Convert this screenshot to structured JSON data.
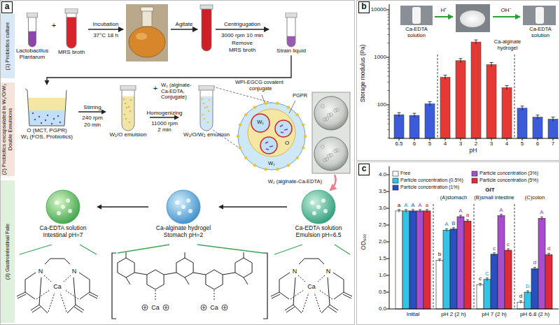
{
  "diagram": {
    "nodes": [
      {
        "text": [
          "Lactobacillus Plantarum"
        ]
      },
      {
        "text": [
          "MRS broth"
        ]
      },
      {
        "text": [
          "Strain liquid"
        ]
      },
      {
        "text": [
          "O (MCT, PGPR)",
          "W₁ (FOS, Probiotics)"
        ]
      },
      {
        "text": [
          "W₁/O emulsion"
        ]
      },
      {
        "text": [
          "W₁/O/W₂ emulsion"
        ]
      },
      {
        "text": [
          "Ca-EDTA solution",
          "Emulsion pH=6.5"
        ]
      },
      {
        "text": [
          "Ca-alginate hydrogel",
          "Stomach pH=2"
        ]
      },
      {
        "text": [
          "Ca-EDTA solution",
          "Intestinal pH=7"
        ]
      }
    ],
    "edges": [
      {
        "from": 2,
        "to": 3,
        "arrow": "to"
      },
      {
        "from": 3,
        "to": 4,
        "label": "Stirring",
        "arrow": "to"
      },
      {
        "from": 4,
        "to": 5,
        "label": "Homogenizing",
        "arrow": "to"
      },
      {
        "from": 6,
        "to": 7,
        "arrow": "to"
      },
      {
        "from": 7,
        "to": 8,
        "arrow": "to"
      }
    ],
    "labels": [
      "a",
      "(1) Probiotics culture",
      "(2) Probiotics encapsulated in W₁/O/W₂ Double Emulsions",
      "(3) Gastrointestinal Fate",
      "+",
      "Incubation",
      "37°C 18 h",
      "Agitate",
      "Centrigugation",
      "3000 rpm 10 min",
      "Remove",
      "MRS broth",
      "240 rpm",
      "20 min",
      "+",
      "W₂ (alginate-Ca-EDTA, Conjugate)",
      "11000 rpm",
      "2 min",
      "WPI-EGCG covalent",
      "conjugate",
      "PGPR",
      "O",
      "W₁",
      "W₂",
      "W₂ (alginate-Ca-EDTA)",
      "N",
      "N",
      "Ca",
      "Ca",
      "Ca",
      "N",
      "N",
      "Ca",
      "b",
      "Storage modulus (Pa)",
      "10000",
      "1000",
      "100",
      "6.5",
      "6",
      "5",
      "4",
      "3",
      "2",
      "3",
      "4",
      "5",
      "6",
      "7",
      "pH",
      "H⁺",
      "OH⁻",
      "Ca-EDTA solution",
      "Ca-alginate hydrogel",
      "Ca-EDTA solution",
      "c",
      "OD₆₀₀",
      "0.0",
      "0.5",
      "1.0",
      "1.5",
      "2.0",
      "2.5",
      "3.0",
      "3.5",
      "4.0",
      "GIT",
      "(A)stomach",
      "(B)small intestine",
      "(C)colon",
      "Initial",
      "pH 2 (2 h)",
      "pH 7 (2 h)",
      "pH 6.8 (2 h)",
      "a",
      "A",
      "A",
      "A",
      "a",
      "b",
      "A",
      "B",
      "A",
      "a",
      "c",
      "C",
      "c",
      "A",
      "c",
      "d",
      "D",
      "d",
      "A",
      "d"
    ],
    "legend": [
      {
        "text": "Free",
        "color": "#ffffff"
      },
      {
        "text": "Particle concentration (0.5%)",
        "color": "#33c3e8"
      },
      {
        "text": "Particle concentration (1%)",
        "color": "#2a4fbf"
      },
      {
        "text": "Particle concentration (3%)",
        "color": "#a94ccf"
      },
      {
        "text": "Particle concentration (5%)",
        "color": "#e02a3a"
      }
    ]
  }
}
